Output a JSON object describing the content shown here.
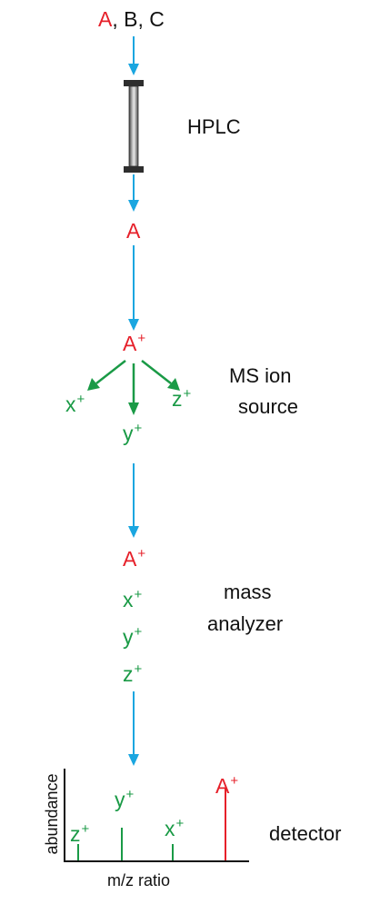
{
  "colors": {
    "cyan_arrow": "#1aa6e0",
    "green_arrow": "#1a9a46",
    "red": "#e6202a",
    "green": "#1a9a46",
    "text": "#111111"
  },
  "top": {
    "a": "A",
    "rest": ", B, C"
  },
  "stages": {
    "hplc": "HPLC",
    "ms_line1": "MS ion",
    "ms_line2": "source",
    "analyzer_line1": "mass",
    "analyzer_line2": "analyzer",
    "detector": "detector"
  },
  "separated": "A",
  "ion_source": {
    "parent": "A",
    "fragments": [
      "x",
      "y",
      "z"
    ]
  },
  "analyzer_list": [
    "A",
    "x",
    "y",
    "z"
  ],
  "plus": "+",
  "detector_plot": {
    "ylabel": "abundance",
    "xlabel": "m/z ratio"
  },
  "chart_data": {
    "type": "bar",
    "categories": [
      "z",
      "y",
      "x",
      "A"
    ],
    "values": [
      1,
      2,
      1,
      4
    ],
    "xlabel": "m/z ratio",
    "ylabel": "abundance"
  }
}
